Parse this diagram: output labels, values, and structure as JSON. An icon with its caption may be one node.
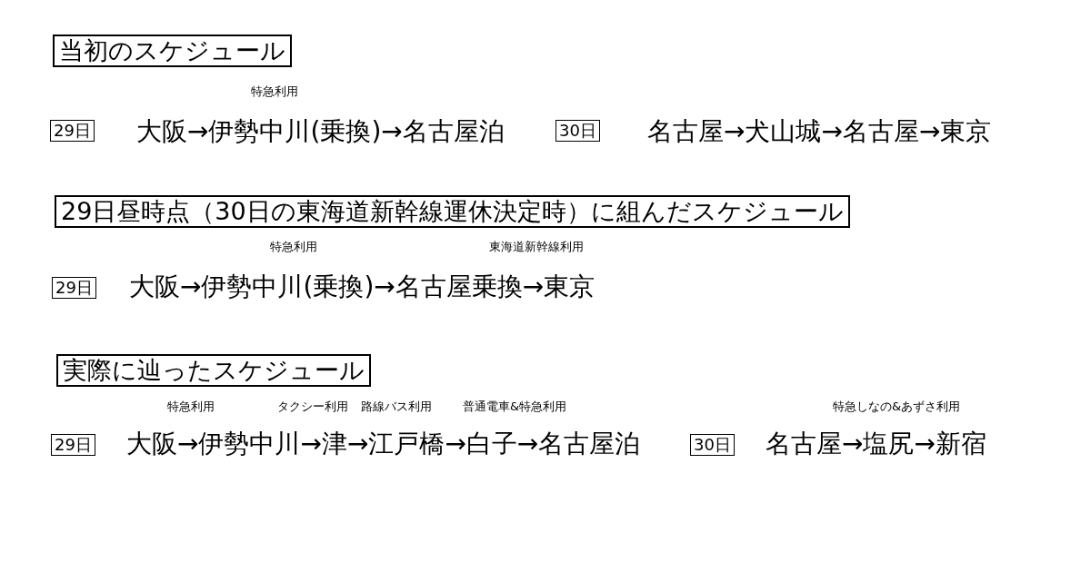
{
  "diagram": {
    "nodes": [
      {
        "text": [
          "当初のスケジュール"
        ]
      },
      {
        "text": [
          "29日"
        ],
        "beside": [
          "大阪→伊勢中川(乗換)→名古屋泊"
        ]
      },
      {
        "text": [
          "30日"
        ],
        "beside": [
          "名古屋→犬山城→名古屋→東京"
        ]
      },
      {
        "text": [
          "29日昼時点（30日の東海道新幹線運休決定時）に組んだスケジュール"
        ]
      },
      {
        "text": [
          "29日"
        ],
        "beside": [
          "大阪→伊勢中川(乗換)→名古屋乗換→東京"
        ]
      },
      {
        "text": [
          "実際に辿ったスケジュール"
        ]
      },
      {
        "text": [
          "29日"
        ],
        "beside": [
          "大阪→伊勢中川→津→江戸橋→白子→名古屋泊"
        ]
      },
      {
        "text": [
          "30日"
        ],
        "beside": [
          "名古屋→塩尻→新宿"
        ]
      }
    ],
    "labels": [
      "特急利用",
      "特急利用",
      "東海道新幹線利用",
      "特急利用",
      "タクシー利用",
      "路線バス利用",
      "普通電車&特急利用",
      "特急しなの&あずさ利用"
    ]
  }
}
